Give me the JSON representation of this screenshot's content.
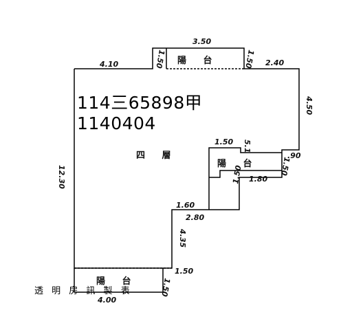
{
  "case_number": "114三65898甲",
  "case_date": "1140404",
  "footer_text": "透 明 房 訊 製 表",
  "room_labels": {
    "main_floor": "四 層",
    "balcony_top": "陽 台",
    "balcony_right": "陽 台",
    "balcony_bottom": "陽 台"
  },
  "dimensions": {
    "top_left_wall": "4.10",
    "top_balcony_width": "3.50",
    "top_balcony_left_depth": "1.50",
    "top_balcony_right_depth": "1.50",
    "top_right_wall": "2.40",
    "right_wall": "4.50",
    "step_width": "1.50",
    "step_depth": "5.1",
    "right_balcony_depth": "1.50",
    "right_balcony_tail": ".90",
    "right_balcony_width": "1.80",
    "right_balcony_lower_depth": "1.50",
    "notch_top": "1.60",
    "notch_width": "2.80",
    "notch_depth": "4.35",
    "left_wall": "12.30",
    "bottom_balcony_right": "1.50",
    "bottom_balcony_depth": "1.50",
    "bottom_wall": "4.00"
  }
}
